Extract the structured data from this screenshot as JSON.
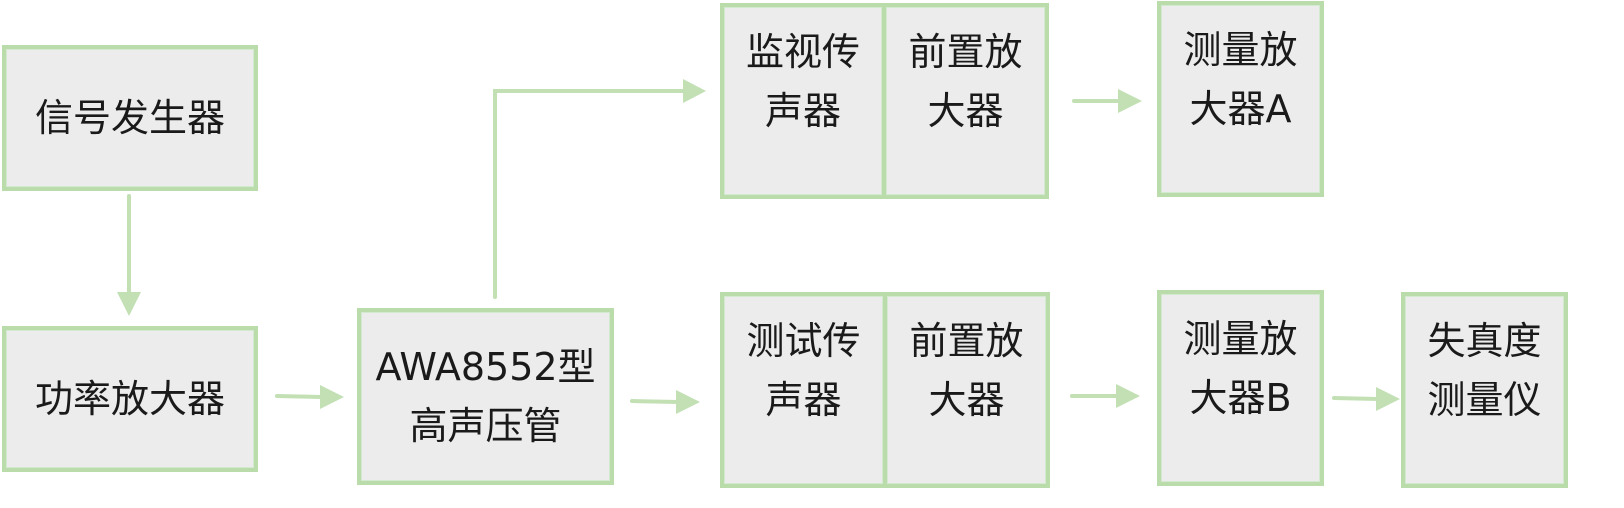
{
  "boxes": {
    "signal_generator": "信号发生器",
    "power_amplifier": "功率放大器",
    "sound_pipe": "AWA8552型\n高声压管",
    "monitor_sensor": "监视传\n声器",
    "monitor_preamp": "前置放\n大器",
    "measure_amp_a": "测量放\n大器A",
    "test_sensor": "测试传\n声器",
    "test_preamp": "前置放\n大器",
    "measure_amp_b": "测量放\n大器B",
    "distortion_meter": "失真度\n测量仪"
  },
  "colors": {
    "box_fill": "#ececec",
    "box_border": "#b9dcaa",
    "arrow": "#c2e0b4"
  }
}
